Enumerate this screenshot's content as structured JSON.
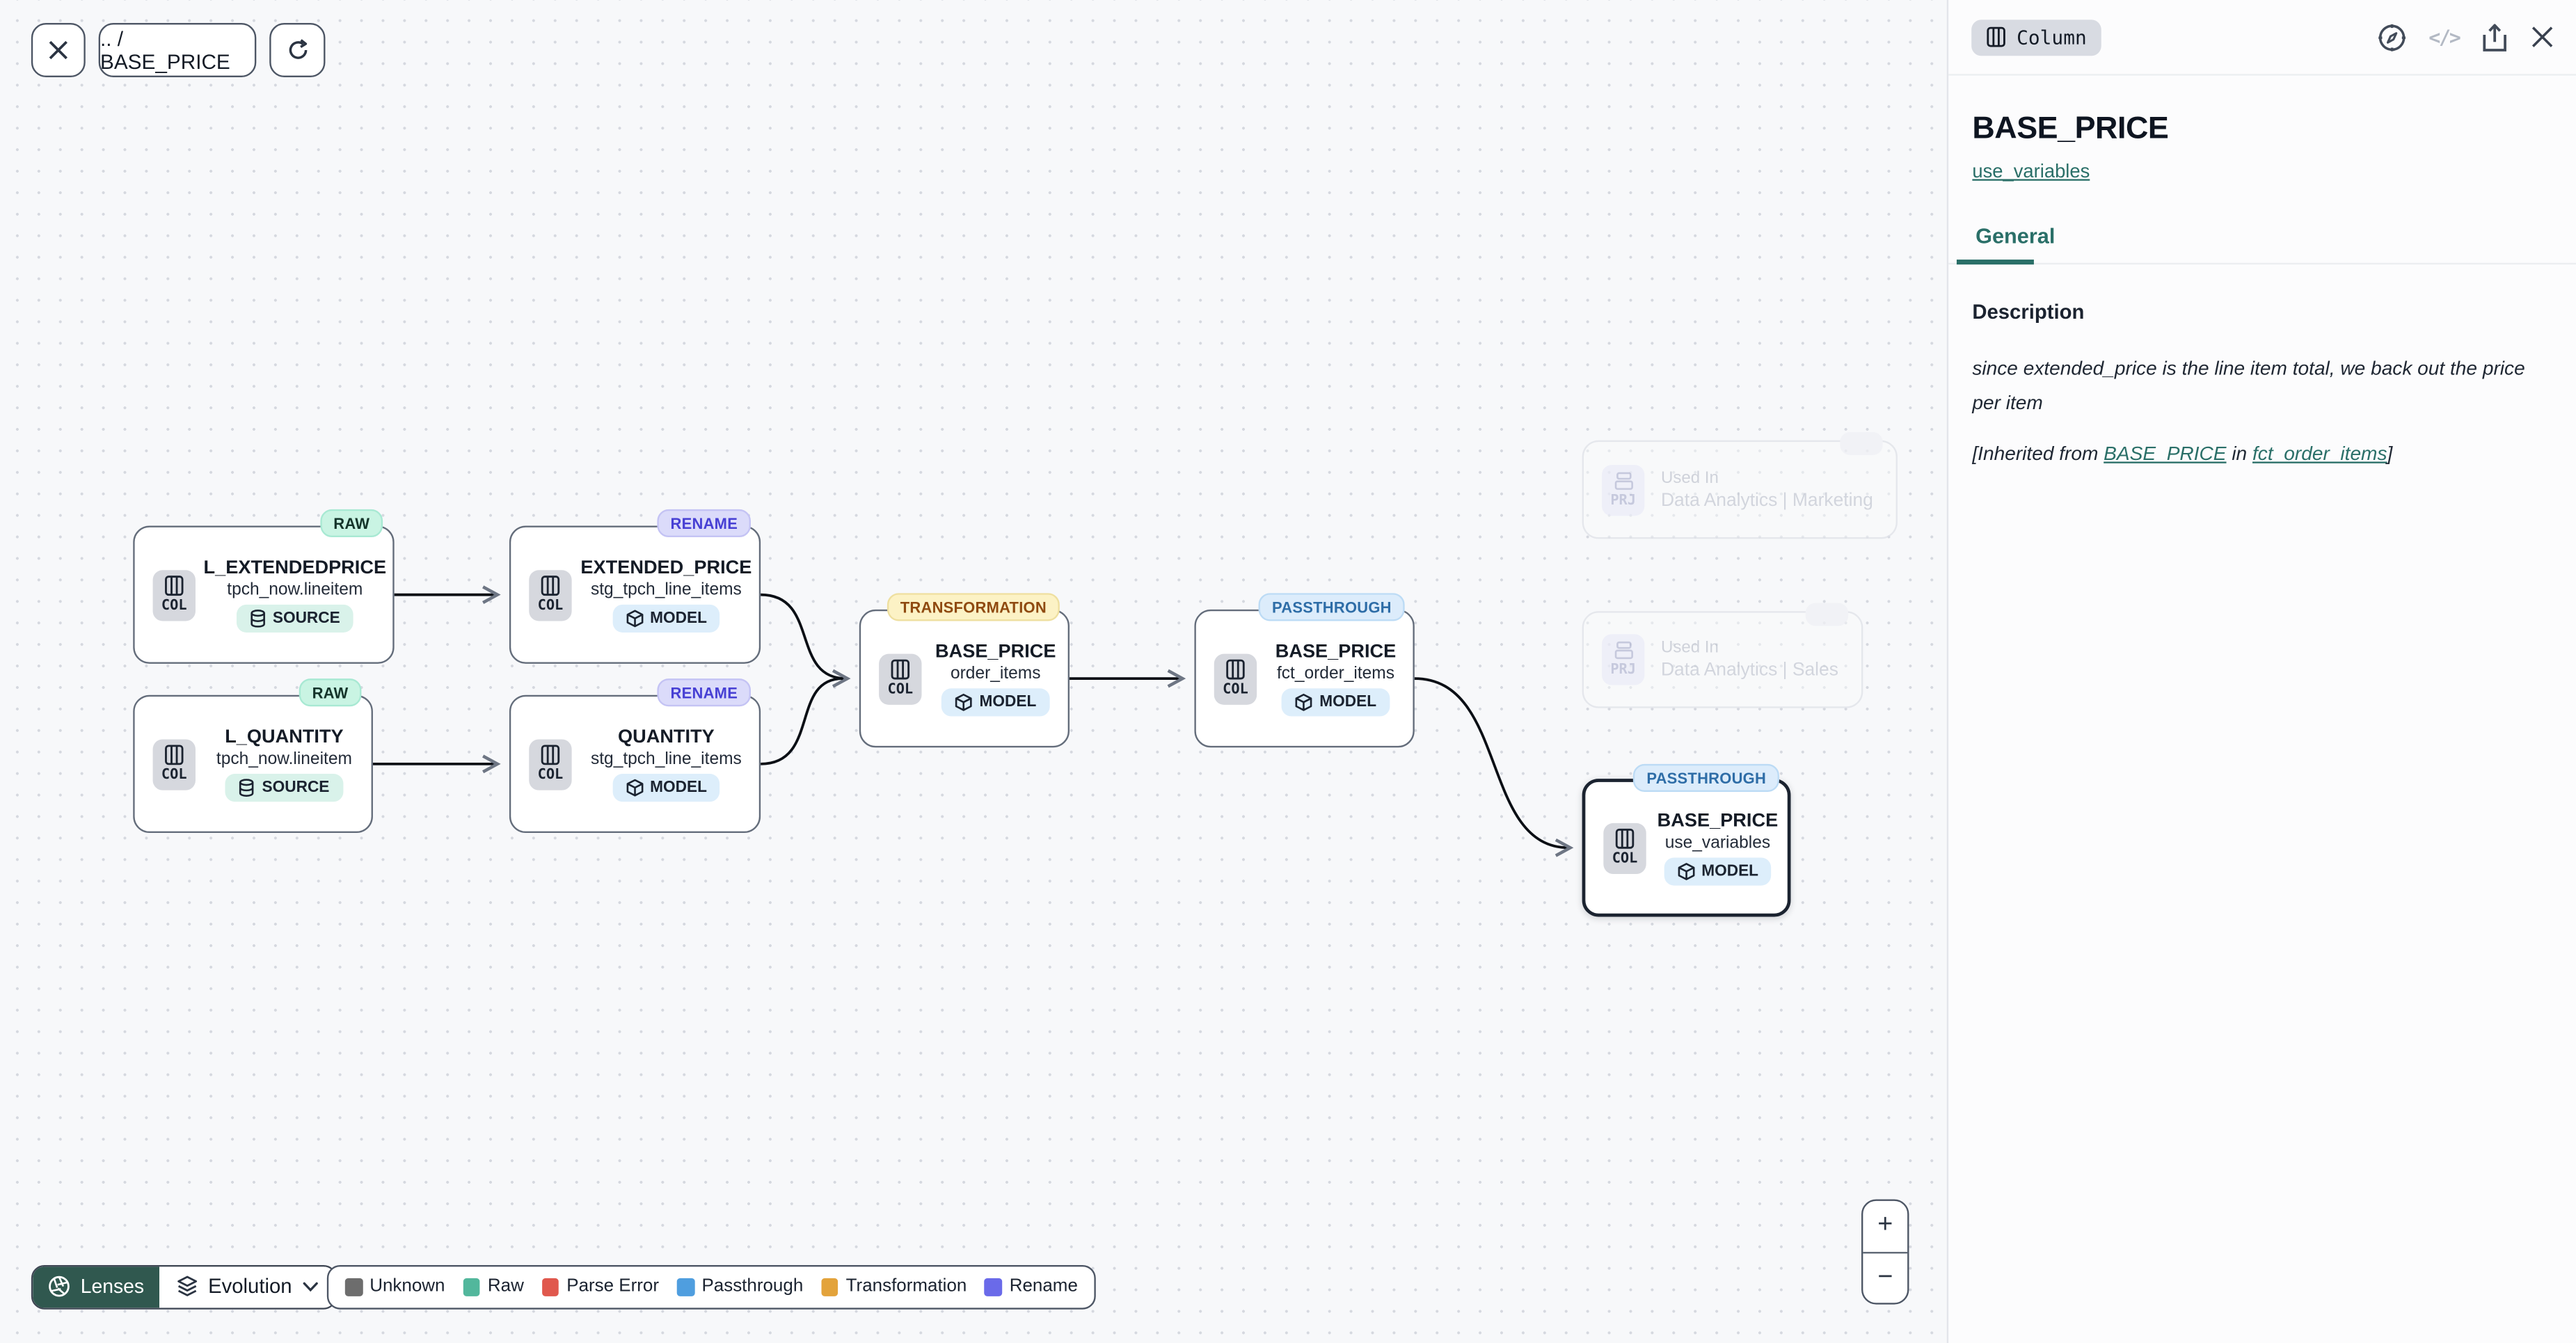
{
  "toolbar": {
    "breadcrumb": ".. / BASE_PRICE"
  },
  "panel": {
    "type_badge": "Column",
    "code_icon_glyph": "</>",
    "title": "BASE_PRICE",
    "model_link": "use_variables",
    "tab": "General",
    "description_label": "Description",
    "description": "since extended_price is the line item total, we back out the price per item",
    "inherited": {
      "prefix": "[Inherited from ",
      "column_link": "BASE_PRICE",
      "infix": " in ",
      "model_link": "fct_order_items",
      "suffix": "]"
    }
  },
  "nodes": [
    {
      "badge": "RAW",
      "chip": "COL",
      "title": "L_EXTENDEDPRICE",
      "subtitle": "tpch_now.lineitem",
      "type_label": "SOURCE"
    },
    {
      "badge": "RENAME",
      "chip": "COL",
      "title": "EXTENDED_PRICE",
      "subtitle": "stg_tpch_line_items",
      "type_label": "MODEL"
    },
    {
      "badge": "RAW",
      "chip": "COL",
      "title": "L_QUANTITY",
      "subtitle": "tpch_now.lineitem",
      "type_label": "SOURCE"
    },
    {
      "badge": "RENAME",
      "chip": "COL",
      "title": "QUANTITY",
      "subtitle": "stg_tpch_line_items",
      "type_label": "MODEL"
    },
    {
      "badge": "TRANSFORMATION",
      "chip": "COL",
      "title": "BASE_PRICE",
      "subtitle": "order_items",
      "type_label": "MODEL"
    },
    {
      "badge": "PASSTHROUGH",
      "chip": "COL",
      "title": "BASE_PRICE",
      "subtitle": "fct_order_items",
      "type_label": "MODEL"
    },
    {
      "badge": "PASSTHROUGH",
      "chip": "COL",
      "title": "BASE_PRICE",
      "subtitle": "use_variables",
      "type_label": "MODEL",
      "selected": true
    }
  ],
  "ghost_nodes": [
    {
      "chip": "PRJ",
      "used_in": "Used In",
      "name": "Data Analytics | Marketing"
    },
    {
      "chip": "PRJ",
      "used_in": "Used In",
      "name": "Data Analytics | Sales"
    }
  ],
  "footer": {
    "lenses_label": "Lenses",
    "lens_value": "Evolution"
  },
  "legend": {
    "items": [
      {
        "label": "Unknown",
        "color": "#6d6d6d"
      },
      {
        "label": "Raw",
        "color": "#52b79c"
      },
      {
        "label": "Parse Error",
        "color": "#e0584d"
      },
      {
        "label": "Passthrough",
        "color": "#4f9edf"
      },
      {
        "label": "Transformation",
        "color": "#e3a33b"
      },
      {
        "label": "Rename",
        "color": "#6a6ae9"
      }
    ]
  },
  "zoom": {
    "in": "+",
    "out": "−"
  },
  "colors": {
    "accent_teal": "#2a6f68",
    "lenses_button": "#30584f",
    "badge_raw_bg": "#c9f4e3",
    "badge_rename_bg": "#dbdbfa",
    "badge_transformation_bg": "#fcf2c5",
    "badge_passthrough_bg": "#dcecfb",
    "type_source_bg": "#d9f2ea",
    "type_model_bg": "#ddeefb",
    "canvas_bg": "#f7f8fa"
  }
}
